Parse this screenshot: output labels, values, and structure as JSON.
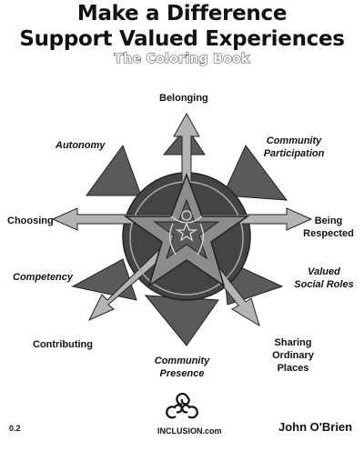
{
  "header": {
    "title_line1": "Make a Difference",
    "title_line2": "Support Valued Experiences",
    "subtitle": "The Coloring Book"
  },
  "diagram": {
    "labels": {
      "belonging": "Belonging",
      "autonomy": "Autonomy",
      "community_participation_1": "Community",
      "community_participation_2": "Participation",
      "choosing": "Choosing",
      "being_respected_1": "Being",
      "being_respected_2": "Respected",
      "competency": "Competency",
      "valued_social_roles_1": "Valued",
      "valued_social_roles_2": "Social Roles",
      "contributing": "Contributing",
      "sharing_ordinary_places_1": "Sharing",
      "sharing_ordinary_places_2": "Ordinary",
      "sharing_ordinary_places_3": "Places",
      "community_presence_1": "Community",
      "community_presence_2": "Presence"
    },
    "colors": {
      "dark_gray": "#5a5a5a",
      "mid_gray": "#8c8c8c",
      "light_gray": "#b4b4b4",
      "outline": "#222222"
    }
  },
  "footer": {
    "version": "0.2",
    "site": "INCLUSION.com",
    "author": "John O'Brien"
  }
}
